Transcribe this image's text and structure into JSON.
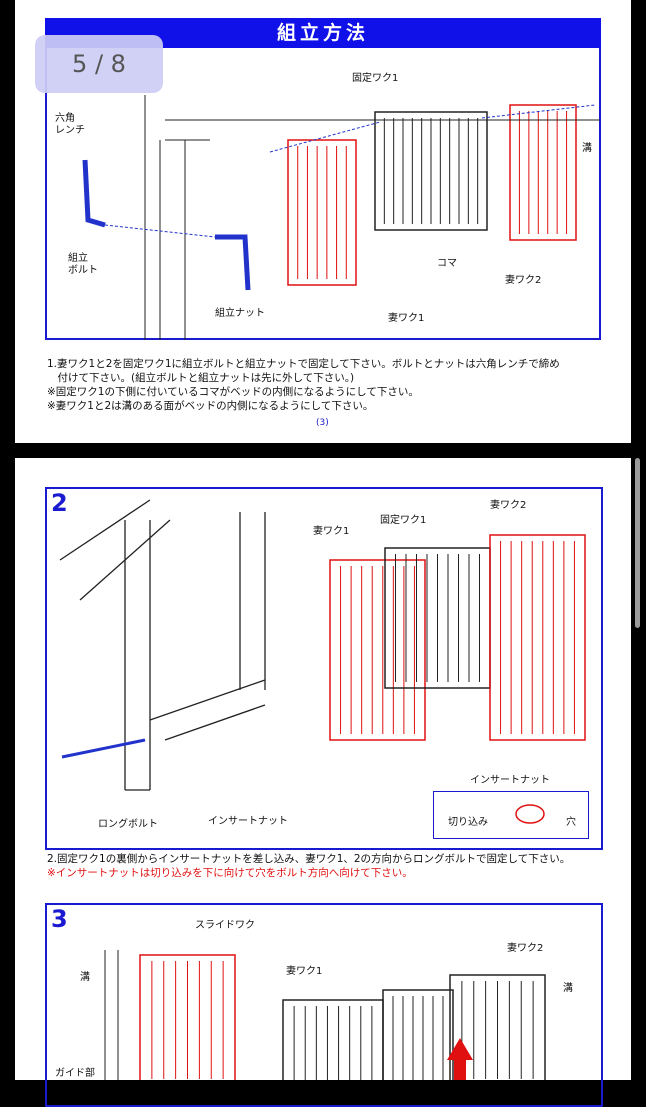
{
  "viewer": {
    "page_indicator": "5 / 8"
  },
  "page1": {
    "title": "組立方法",
    "labels": {
      "wrench": "六角\nレンチ",
      "bolt": "組立\nボルト",
      "nut": "組立ナット",
      "fixed_frame": "固定ワク1",
      "groove": "溝",
      "koma": "コマ",
      "end_frame2": "妻ワク2",
      "end_frame1": "妻ワク1"
    },
    "instructions": [
      "1.妻ワク1と2を固定ワク1に組立ボルトと組立ナットで固定して下さい。ボルトとナットは六角レンチで締め",
      "　付けて下さい。(組立ボルトと組立ナットは先に外して下さい。)",
      "※固定ワク1の下側に付いているコマがベッドの内側になるようにして下さい。",
      "※妻ワク1と2は溝のある面がベッドの内側になるようにして下さい。"
    ],
    "page_number": "(3)"
  },
  "page2": {
    "step2": {
      "number": "2",
      "labels": {
        "end_frame2": "妻ワク2",
        "fixed_frame": "固定ワク1",
        "end_frame1": "妻ワク1",
        "insert_nut_title": "インサートナット",
        "notch": "切り込み",
        "hole": "穴",
        "long_bolt": "ロングボルト",
        "insert_nut": "インサートナット"
      },
      "instruction": "2.固定ワク1の裏側からインサートナットを差し込み、妻ワク1、2の方向からロングボルトで固定して下さい。",
      "warning": "※インサートナットは切り込みを下に向けて穴をボルト方向へ向けて下さい。"
    },
    "step3": {
      "number": "3",
      "labels": {
        "slide_frame": "スライドワク",
        "end_frame2": "妻ワク2",
        "end_frame1": "妻ワク1",
        "groove_left": "溝",
        "groove_right": "溝",
        "guide": "ガイド部"
      }
    }
  },
  "colors": {
    "blue": "#1a1ad0",
    "red": "#e01010",
    "pager_bg": "#cdcdf5"
  }
}
